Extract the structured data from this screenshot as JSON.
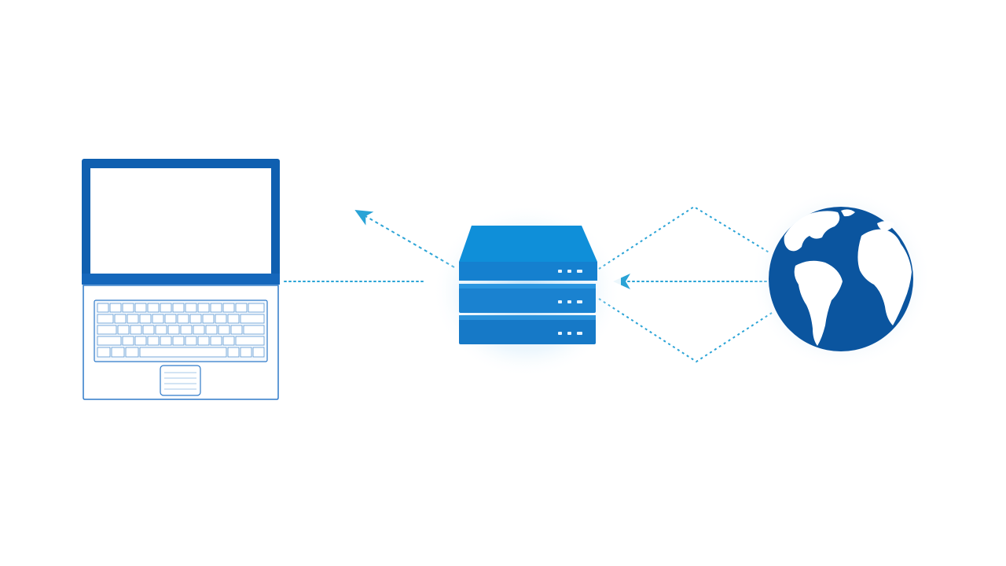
{
  "diagram": {
    "nodes": [
      {
        "id": "laptop",
        "icon": "laptop-icon",
        "label": ""
      },
      {
        "id": "server",
        "icon": "server-stack-icon",
        "label": ""
      },
      {
        "id": "globe",
        "icon": "globe-icon",
        "label": ""
      }
    ],
    "edges": [
      {
        "from": "laptop",
        "to": "server",
        "style": "dotted"
      },
      {
        "from": "server",
        "to": "laptop",
        "style": "dashed-arrow"
      },
      {
        "from": "globe",
        "to": "server",
        "style": "dotted-arrow"
      },
      {
        "from": "server",
        "to": "globe",
        "style": "dashed-diamond"
      }
    ]
  },
  "colors": {
    "laptop_frame": "#0f5fb0",
    "laptop_outline": "#2f7ac9",
    "server_top": "#0f8fd9",
    "server_body": "#1680d0",
    "server_shadow": "#bfe0f7",
    "globe_ocean": "#0b559f",
    "globe_land": "#ffffff",
    "connector": "#2aa3d6",
    "background": "#ffffff"
  }
}
